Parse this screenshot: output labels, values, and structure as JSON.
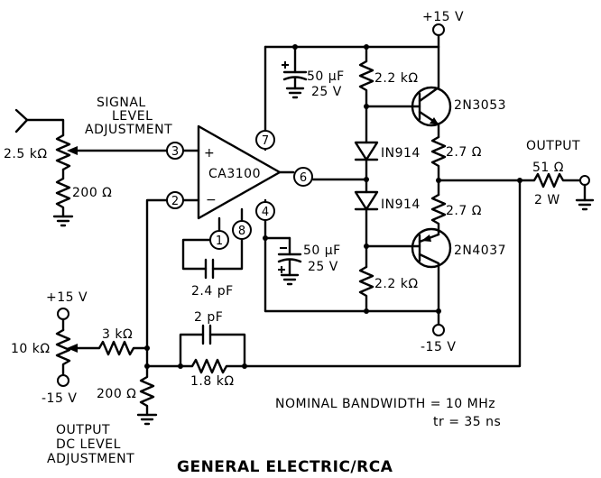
{
  "labels": {
    "vplus_top": "+15 V",
    "vminus_bottom": "-15 V",
    "signal_level": [
      "SIGNAL",
      "LEVEL",
      "ADJUSTMENT"
    ],
    "r_signal_pot": "2.5 kΩ",
    "r_signal_bottom": "200 Ω",
    "opamp": "CA3100",
    "pin3": "3",
    "pin2": "2",
    "pin7": "7",
    "pin6": "6",
    "pin4": "4",
    "pin1": "1",
    "pin8": "8",
    "plus_sign": "+",
    "minus_sign": "−",
    "c_comp": "2.4 pF",
    "c_top": "50 µF",
    "c_top_v": "25 V",
    "c_bot": "50 µF",
    "c_bot_v": "25 V",
    "r_bias_top": "2.2 kΩ",
    "r_bias_bot": "2.2 kΩ",
    "diode1": "IN914",
    "diode2": "IN914",
    "q_top": "2N3053",
    "q_bot": "2N4037",
    "r_e_top": "2.7 Ω",
    "r_e_bot": "2.7 Ω",
    "output": "OUTPUT",
    "r_out": "51 Ω",
    "r_out_w": "2 W",
    "dc_vplus": "+15 V",
    "dc_vminus": "-15 V",
    "r_dc_pot": "10 kΩ",
    "r_dc_series": "3 kΩ",
    "r_dc_bottom": "200 Ω",
    "c_fb": "2 pF",
    "r_fb": "1.8 kΩ",
    "dc_level": [
      "OUTPUT",
      "DC LEVEL",
      "ADJUSTMENT"
    ],
    "bandwidth": "NOMINAL  BANDWIDTH = 10 MHz",
    "rise_time": "tr = 35 ns",
    "footer": "GENERAL ELECTRIC/RCA"
  }
}
